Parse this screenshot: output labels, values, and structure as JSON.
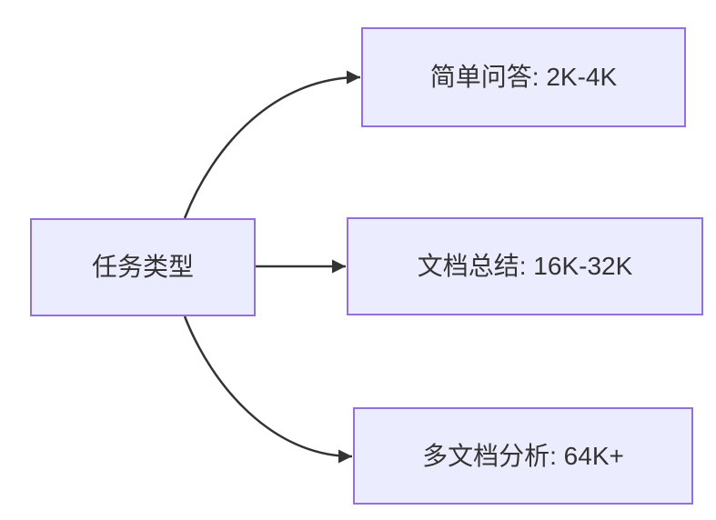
{
  "diagram": {
    "type": "flowchart",
    "direction": "left-to-right",
    "background": "#ffffff",
    "colors": {
      "node_fill": "#ECECFF",
      "node_border": "#9370DB",
      "edge": "#333333",
      "text": "#333333"
    },
    "nodes": [
      {
        "id": "task-type",
        "label": "任务类型"
      },
      {
        "id": "simple-qa",
        "label": "简单问答: 2K-4K"
      },
      {
        "id": "doc-summary",
        "label": "文档总结: 16K-32K"
      },
      {
        "id": "multi-doc",
        "label": "多文档分析: 64K+"
      }
    ],
    "edges": [
      {
        "from": "task-type",
        "to": "simple-qa"
      },
      {
        "from": "task-type",
        "to": "doc-summary"
      },
      {
        "from": "task-type",
        "to": "multi-doc"
      }
    ]
  }
}
